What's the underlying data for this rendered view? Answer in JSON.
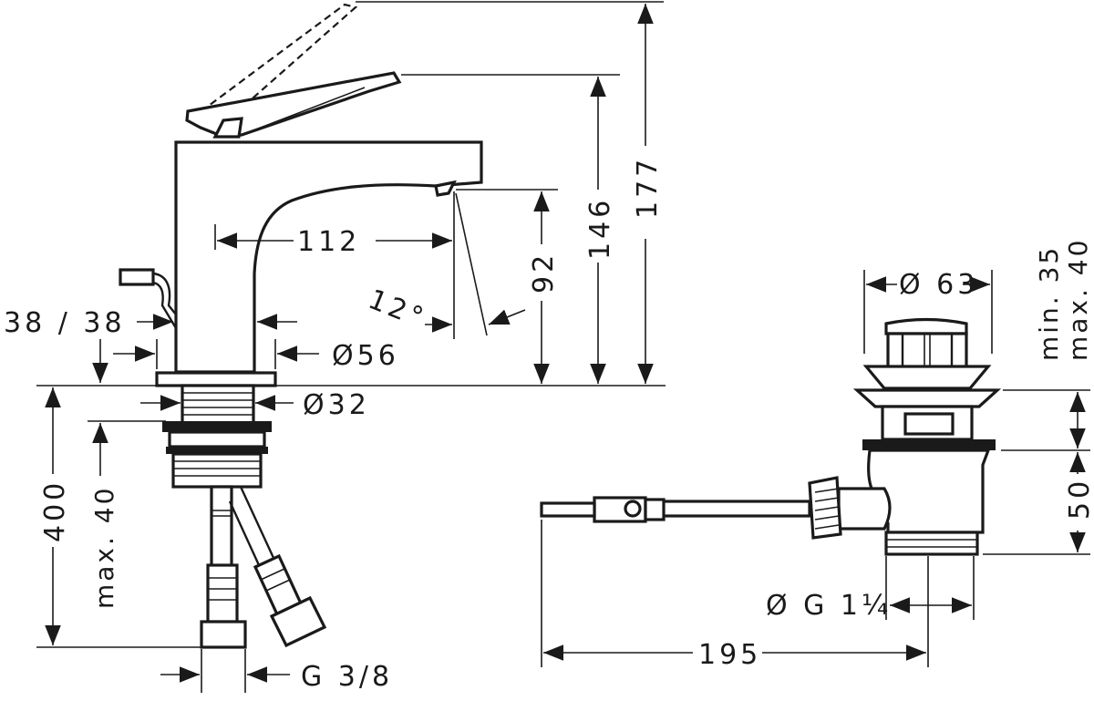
{
  "faucet": {
    "dim_reach": "112",
    "dim_height_146": "146",
    "dim_height_177": "177",
    "dim_spout_92": "92",
    "dim_angle": "12°",
    "dim_38": "38 / 38",
    "dim_dia56": "Ø56",
    "dim_dia32": "Ø32",
    "dim_400": "400",
    "dim_max40": "max. 40",
    "dim_g38": "G 3/8"
  },
  "waste": {
    "dim_dia63": "Ø 63",
    "dim_min35": "min. 35",
    "dim_max40": "max. 40",
    "dim_50": "50",
    "dim_g114": "Ø G 1¼",
    "dim_195": "195"
  }
}
